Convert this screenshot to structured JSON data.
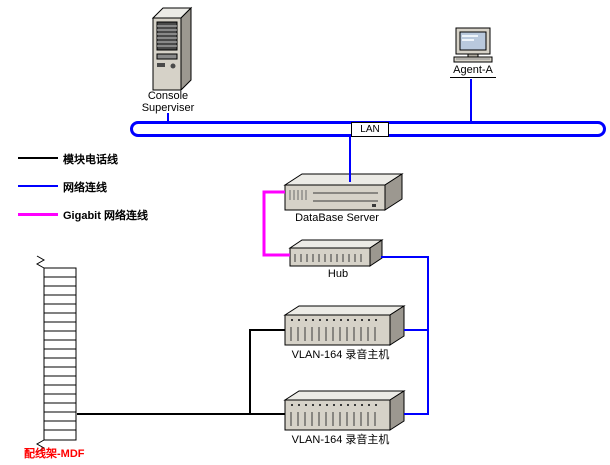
{
  "diagram": {
    "lan_label": "LAN",
    "console": {
      "label": "Console Superviser"
    },
    "agent": {
      "label": "Agent-A"
    },
    "database_server": {
      "label": "DataBase Server"
    },
    "hub": {
      "label": "Hub"
    },
    "vlan_top": {
      "label": "VLAN-164 录音主机"
    },
    "vlan_bottom": {
      "label": "VLAN-164 录音主机"
    },
    "mdf": {
      "label": "配线架-MDF"
    }
  },
  "legend": {
    "items": [
      {
        "label": "模块电话线",
        "color": "#000000"
      },
      {
        "label": "网络连线",
        "color": "#0000ff"
      },
      {
        "label": "Gigabit 网络连线",
        "color": "#ff00ff"
      }
    ]
  },
  "colors": {
    "network_line": "#0000ff",
    "telephone_line": "#000000",
    "gigabit_line": "#ff00ff",
    "mdf_label_text": "#ff0000",
    "device_face": "#d6d2c8"
  }
}
